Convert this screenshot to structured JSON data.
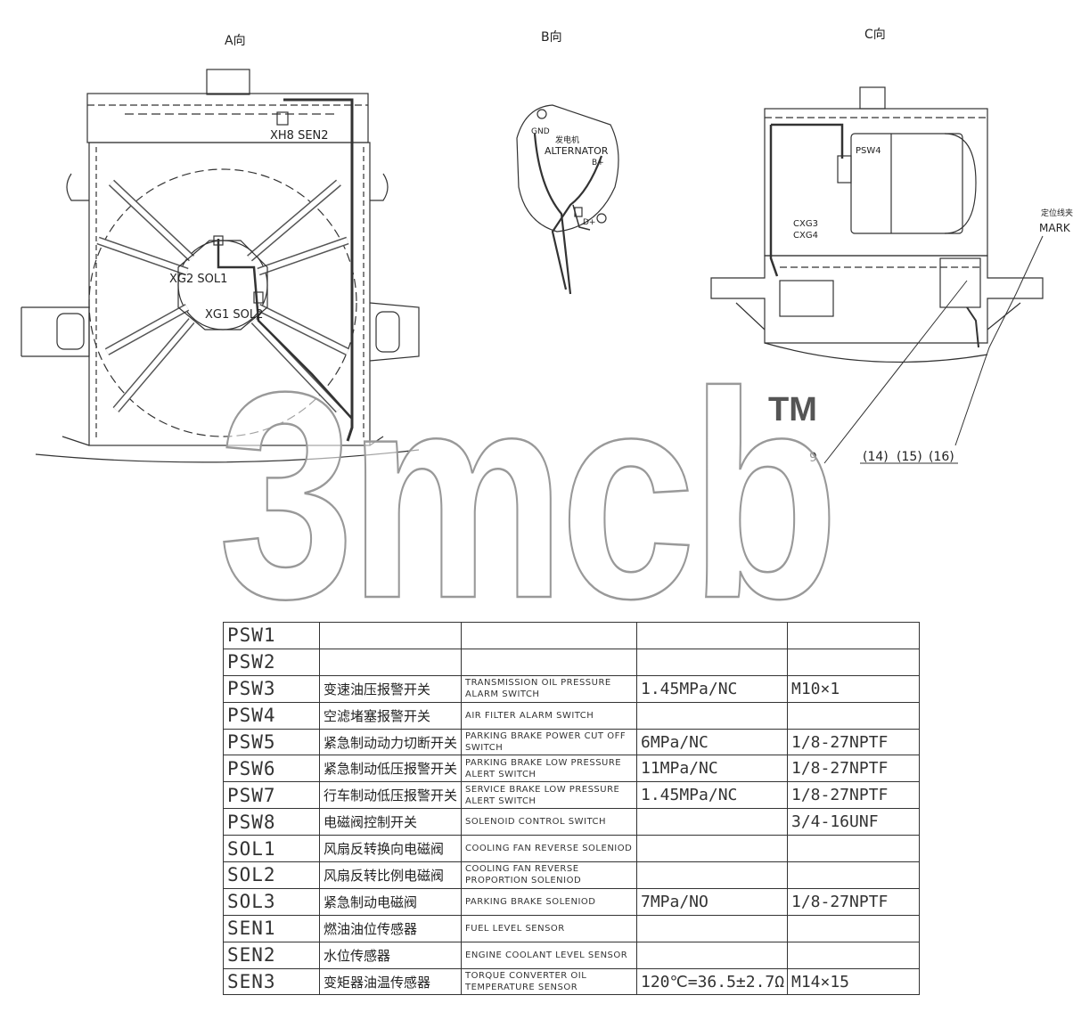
{
  "views": {
    "a": {
      "title": "A向",
      "labels": {
        "xh8_sen2": "XH8 SEN2",
        "xg2_sol1": "XG2 SOL1",
        "xg1_sol2": "XG1 SOL2"
      }
    },
    "b": {
      "title": "B向",
      "labels": {
        "gnd": "GND",
        "alternator_cn": "发电机",
        "alternator": "ALTERNATOR",
        "b_plus": "B+",
        "d_plus": "D+"
      }
    },
    "c": {
      "title": "C向",
      "labels": {
        "psw4": "PSW4",
        "cxg3": "CXG3",
        "cxg4": "CXG4",
        "mark_cn": "定位线夹",
        "mark": "MARK",
        "item9": "9",
        "item14": "(14)",
        "item15": "(15)",
        "item16": "(16)"
      }
    }
  },
  "watermark": {
    "text": "3mcb",
    "trademark": "TM"
  },
  "parts": [
    {
      "code": "PSW1",
      "cn": "",
      "en": "",
      "spec": "",
      "thread": ""
    },
    {
      "code": "PSW2",
      "cn": "",
      "en": "",
      "spec": "",
      "thread": ""
    },
    {
      "code": "PSW3",
      "cn": "变速油压报警开关",
      "en": "TRANSMISSION OIL PRESSURE ALARM SWITCH",
      "spec": "1.45MPa/NC",
      "thread": "M10×1"
    },
    {
      "code": "PSW4",
      "cn": "空滤堵塞报警开关",
      "en": "AIR FILTER ALARM SWITCH",
      "spec": "",
      "thread": ""
    },
    {
      "code": "PSW5",
      "cn": "紧急制动动力切断开关",
      "en": "PARKING BRAKE POWER CUT OFF SWITCH",
      "spec": "6MPa/NC",
      "thread": "1/8-27NPTF"
    },
    {
      "code": "PSW6",
      "cn": "紧急制动低压报警开关",
      "en": "PARKING BRAKE LOW PRESSURE ALERT SWITCH",
      "spec": "11MPa/NC",
      "thread": "1/8-27NPTF"
    },
    {
      "code": "PSW7",
      "cn": "行车制动低压报警开关",
      "en": "SERVICE BRAKE LOW PRESSURE ALERT SWITCH",
      "spec": "1.45MPa/NC",
      "thread": "1/8-27NPTF"
    },
    {
      "code": "PSW8",
      "cn": "电磁阀控制开关",
      "en": "SOLENOID CONTROL SWITCH",
      "spec": "",
      "thread": "3/4-16UNF"
    },
    {
      "code": "SOL1",
      "cn": "风扇反转换向电磁阀",
      "en": "COOLING FAN REVERSE SOLENIOD",
      "spec": "",
      "thread": ""
    },
    {
      "code": "SOL2",
      "cn": "风扇反转比例电磁阀",
      "en": "COOLING FAN REVERSE PROPORTION SOLENIOD",
      "spec": "",
      "thread": ""
    },
    {
      "code": "SOL3",
      "cn": "紧急制动电磁阀",
      "en": "PARKING BRAKE SOLENIOD",
      "spec": "7MPa/NO",
      "thread": "1/8-27NPTF"
    },
    {
      "code": "SEN1",
      "cn": "燃油油位传感器",
      "en": "FUEL LEVEL SENSOR",
      "spec": "",
      "thread": ""
    },
    {
      "code": "SEN2",
      "cn": "水位传感器",
      "en": "ENGINE COOLANT LEVEL SENSOR",
      "spec": "",
      "thread": ""
    },
    {
      "code": "SEN3",
      "cn": "变矩器油温传感器",
      "en": "TORQUE CONVERTER OIL TEMPERATURE SENSOR",
      "spec": "120℃=36.5±2.7Ω",
      "thread": "M14×15"
    }
  ]
}
